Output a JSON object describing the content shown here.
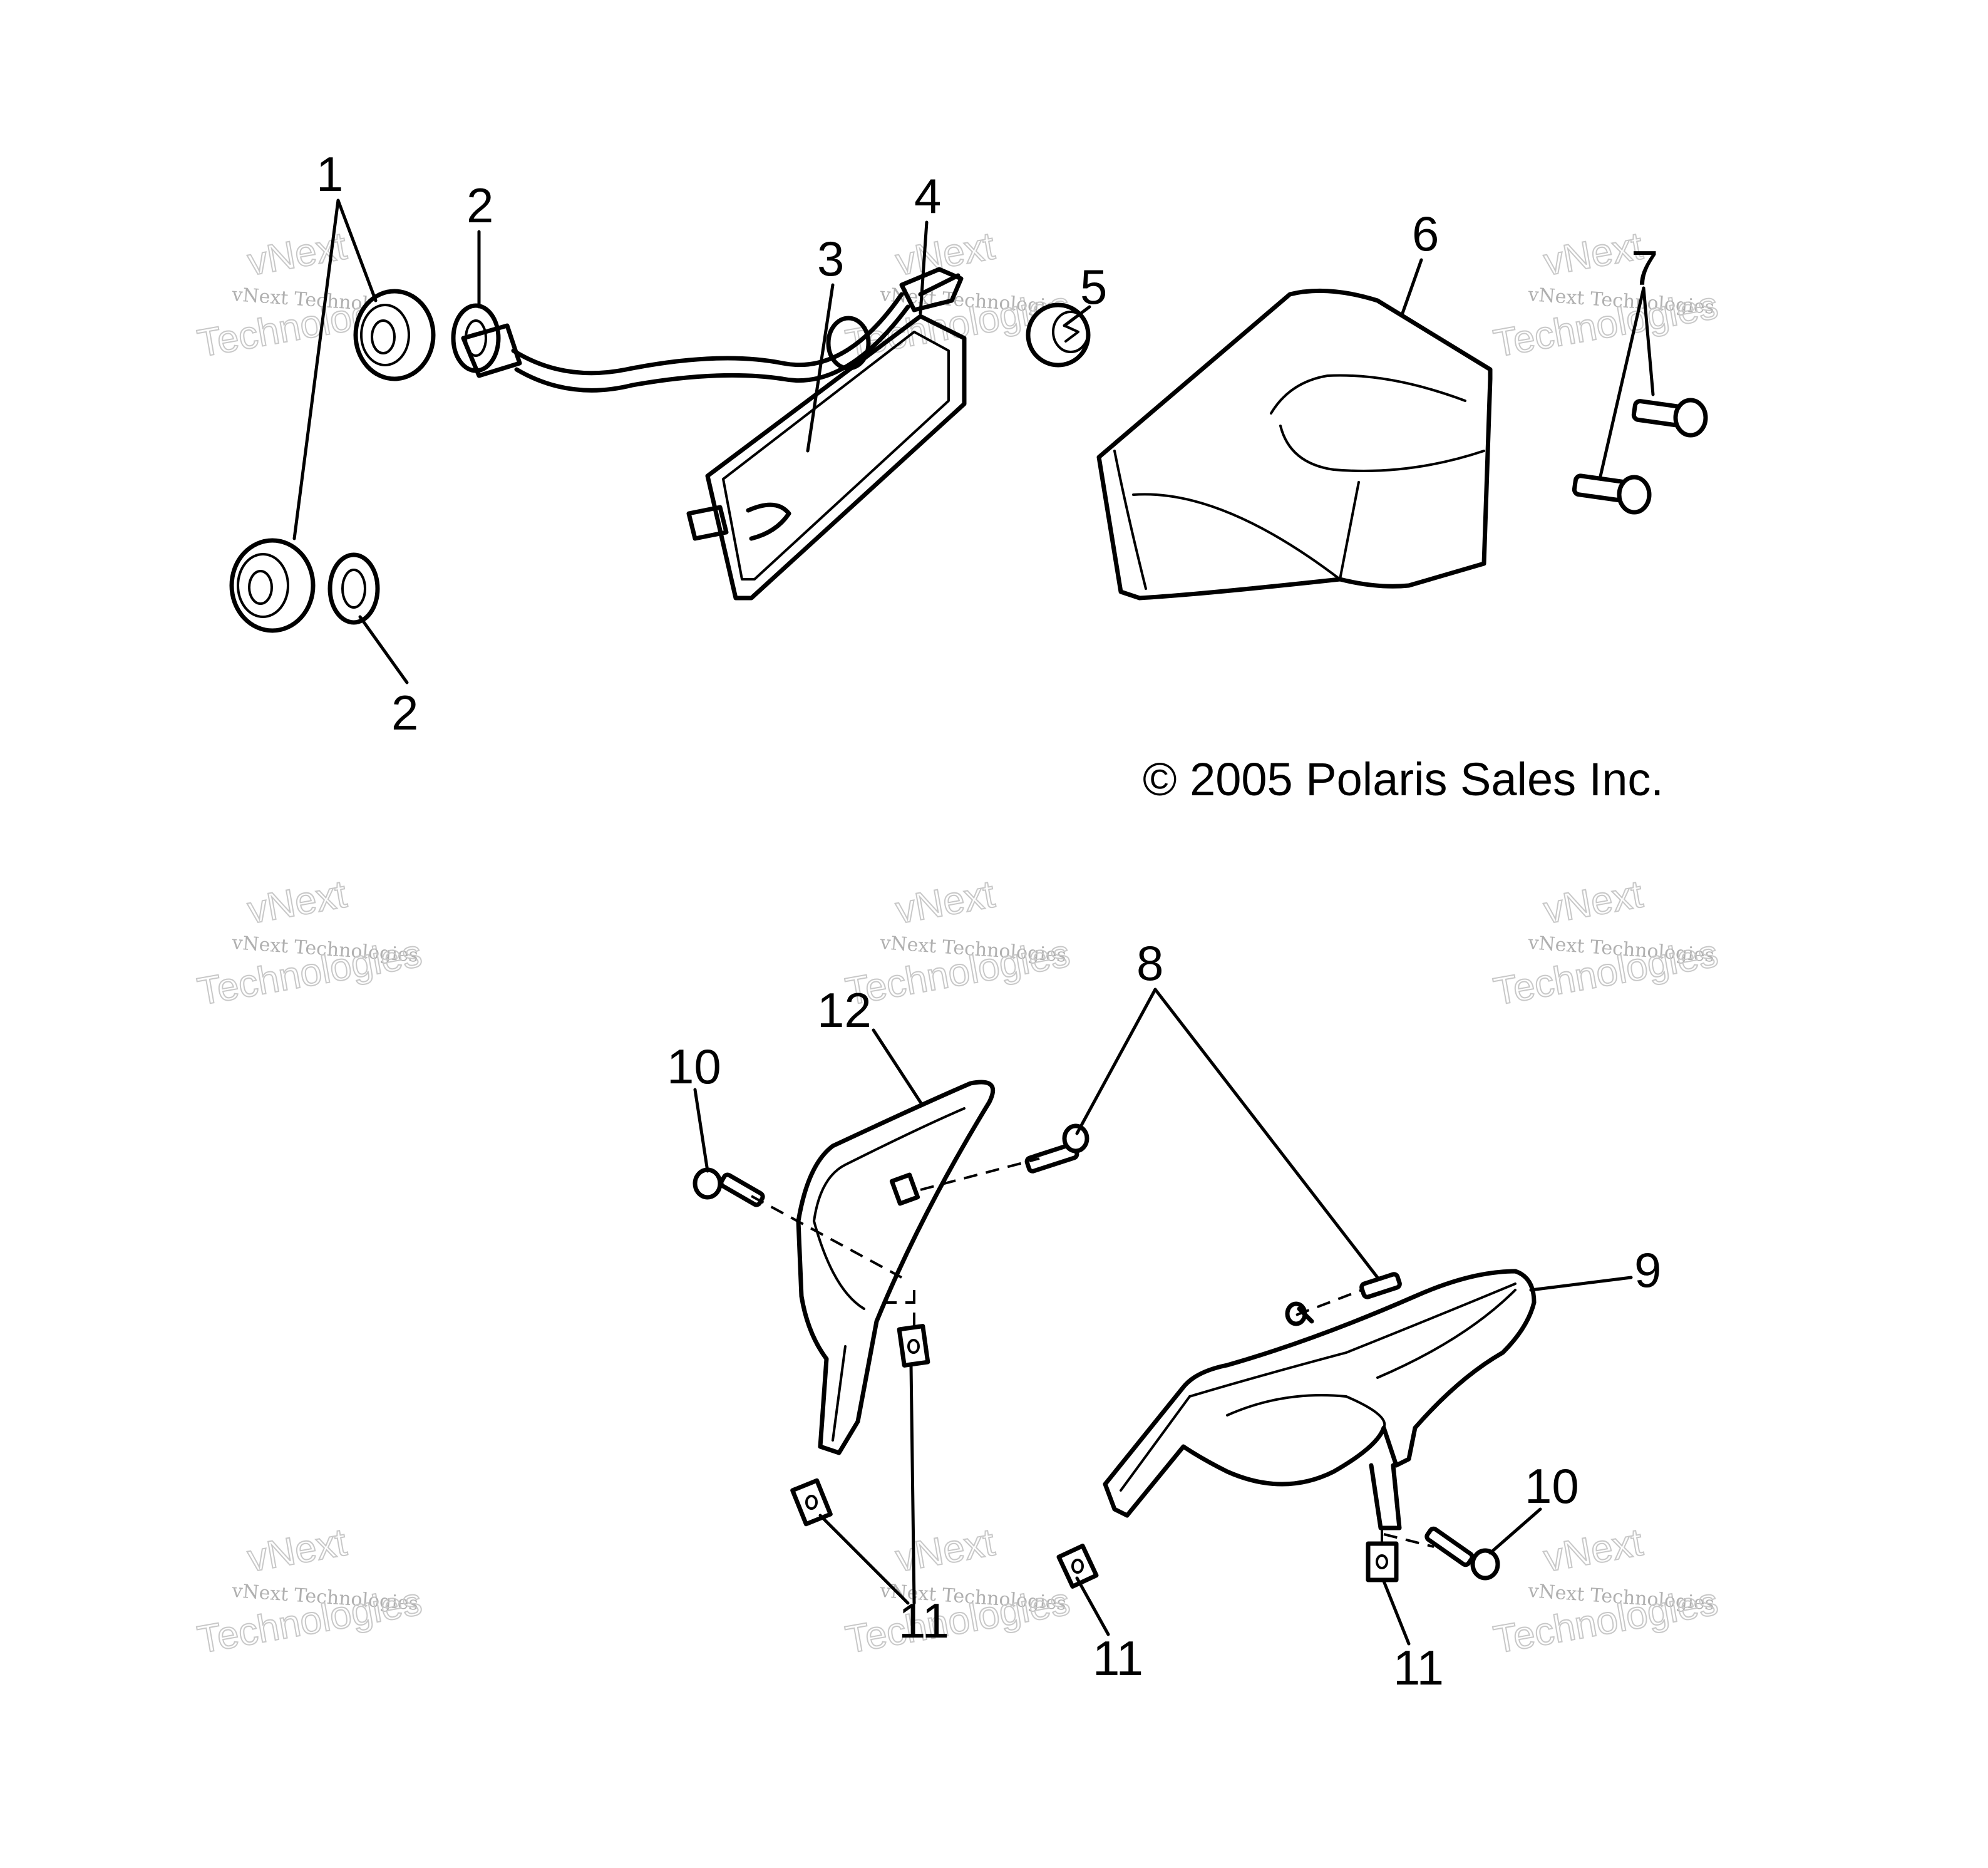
{
  "diagram": {
    "callouts": {
      "c1": "1",
      "c2a": "2",
      "c2b": "2",
      "c3": "3",
      "c4": "4",
      "c5": "5",
      "c6": "6",
      "c7": "7",
      "c8": "8",
      "c9": "9",
      "c10a": "10",
      "c10b": "10",
      "c11a": "11",
      "c11b": "11",
      "c11c": "11",
      "c12": "12"
    },
    "copyright": "© 2005 Polaris Sales Inc.",
    "watermark": {
      "line1": "vNext Technologies",
      "line2": "vNext",
      "line3": "Technologies"
    }
  }
}
